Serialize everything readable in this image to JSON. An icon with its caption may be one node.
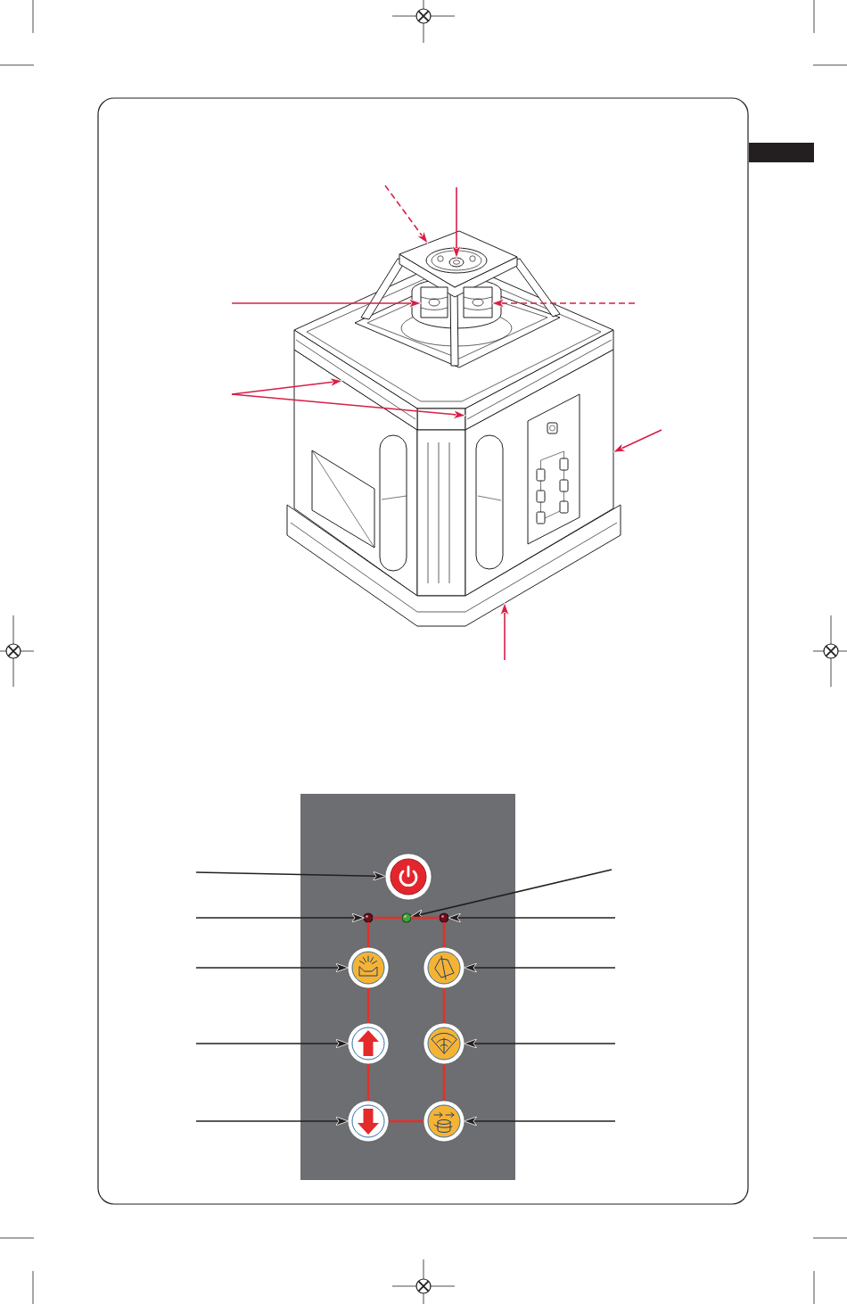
{
  "diagram": {
    "nodes": [
      {
        "text": [],
        "shape": "bar"
      },
      {
        "text": [],
        "shape": "picture"
      },
      {
        "text": [],
        "shape": "picture",
        "in": 1
      },
      {
        "text": [],
        "shape": "picture"
      },
      {
        "text": [],
        "shape": "picture"
      },
      {
        "text": [],
        "shape": "picture"
      },
      {
        "text": [],
        "shape": "picture"
      },
      {
        "text": [],
        "shape": "picture"
      },
      {
        "text": [],
        "shape": "picture"
      },
      {
        "text": [],
        "shape": "circle"
      },
      {
        "text": [],
        "shape": "circle"
      },
      {
        "text": [],
        "shape": "circle"
      },
      {
        "text": [],
        "shape": "circle"
      },
      {
        "text": [],
        "shape": "circle"
      },
      {
        "text": [],
        "shape": "circle"
      },
      {
        "text": [],
        "shape": "circle"
      },
      {
        "text": [],
        "shape": "circle"
      },
      {
        "text": [],
        "shape": "circle"
      },
      {
        "text": [],
        "shape": "circle"
      }
    ],
    "edges": [
      {
        "from": null,
        "to": 1,
        "arrow": "to",
        "style": "dashed",
        "color": "#d71f45"
      },
      {
        "from": null,
        "to": 2,
        "arrow": "to",
        "color": "#d71f45"
      },
      {
        "from": null,
        "to": 3,
        "arrow": "to",
        "color": "#d71f45"
      },
      {
        "from": null,
        "to": 4,
        "arrow": "to",
        "style": "dashed",
        "color": "#d71f45"
      },
      {
        "from": null,
        "to": 5,
        "arrow": "to",
        "color": "#d71f45"
      },
      {
        "from": null,
        "to": 6,
        "arrow": "to",
        "color": "#d71f45"
      },
      {
        "from": null,
        "to": 7,
        "arrow": "to",
        "color": "#d71f45"
      },
      {
        "from": null,
        "to": 8,
        "arrow": "to",
        "color": "#d71f45"
      },
      {
        "from": null,
        "to": 9,
        "arrow": "to",
        "color": "#231f20"
      },
      {
        "from": null,
        "to": 11,
        "arrow": "to",
        "color": "#231f20"
      },
      {
        "from": null,
        "to": 10,
        "arrow": "to",
        "color": "#231f20"
      },
      {
        "from": null,
        "to": 12,
        "arrow": "to",
        "color": "#231f20"
      },
      {
        "from": null,
        "to": 13,
        "arrow": "to",
        "color": "#231f20"
      },
      {
        "from": null,
        "to": 14,
        "arrow": "to",
        "color": "#231f20"
      },
      {
        "from": null,
        "to": 15,
        "arrow": "to",
        "color": "#231f20"
      },
      {
        "from": null,
        "to": 16,
        "arrow": "to",
        "color": "#231f20"
      },
      {
        "from": null,
        "to": 17,
        "arrow": "to",
        "color": "#231f20"
      },
      {
        "from": null,
        "to": 18,
        "arrow": "to",
        "color": "#231f20"
      },
      {
        "from": 10,
        "to": 11,
        "arrow": "none",
        "color": "#e2302d"
      },
      {
        "from": 11,
        "to": 12,
        "arrow": "none",
        "color": "#e2302d"
      },
      {
        "from": 10,
        "to": 13,
        "arrow": "none",
        "color": "#e2302d"
      },
      {
        "from": 12,
        "to": 14,
        "arrow": "none",
        "color": "#e2302d"
      },
      {
        "from": 13,
        "to": 15,
        "arrow": "none",
        "color": "#e2302d"
      },
      {
        "from": 14,
        "to": 16,
        "arrow": "none",
        "color": "#e2302d"
      },
      {
        "from": 15,
        "to": 17,
        "arrow": "none",
        "color": "#e2302d"
      },
      {
        "from": 16,
        "to": 18,
        "arrow": "none",
        "color": "#e2302d"
      },
      {
        "from": 17,
        "to": 18,
        "arrow": "none",
        "color": "#e2302d"
      }
    ]
  }
}
